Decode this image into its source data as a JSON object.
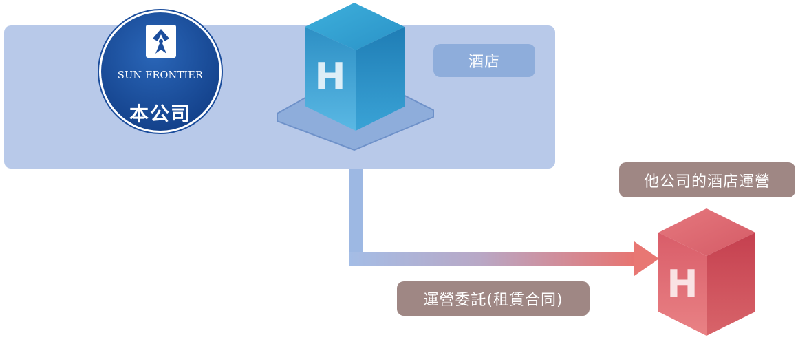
{
  "company": {
    "brand": "SUN FRONTIER",
    "label": "本公司"
  },
  "hotel": {
    "label": "酒店",
    "cube_letter": "H"
  },
  "other_company": {
    "label": "他公司的酒店運營",
    "cube_letter": "H"
  },
  "relation": {
    "label": "運營委託(租賃合同)"
  },
  "colors": {
    "group_box": "#b8c9e9",
    "hotel_tag": "#8eadda",
    "other_tag": "#9f8784",
    "contract_tag": "#9f8784",
    "logo_circle": "#1b4d9c",
    "blue_cube": "#3f9fd1",
    "red_cube": "#d85f6b",
    "arrow_start": "#9db8e3",
    "arrow_end": "#e87773"
  },
  "icons": {
    "logo": "sun-frontier-logo-icon",
    "hotel_cube": "hotel-cube-icon",
    "other_cube": "hotel-cube-icon",
    "arrow": "arrow-right-icon"
  }
}
